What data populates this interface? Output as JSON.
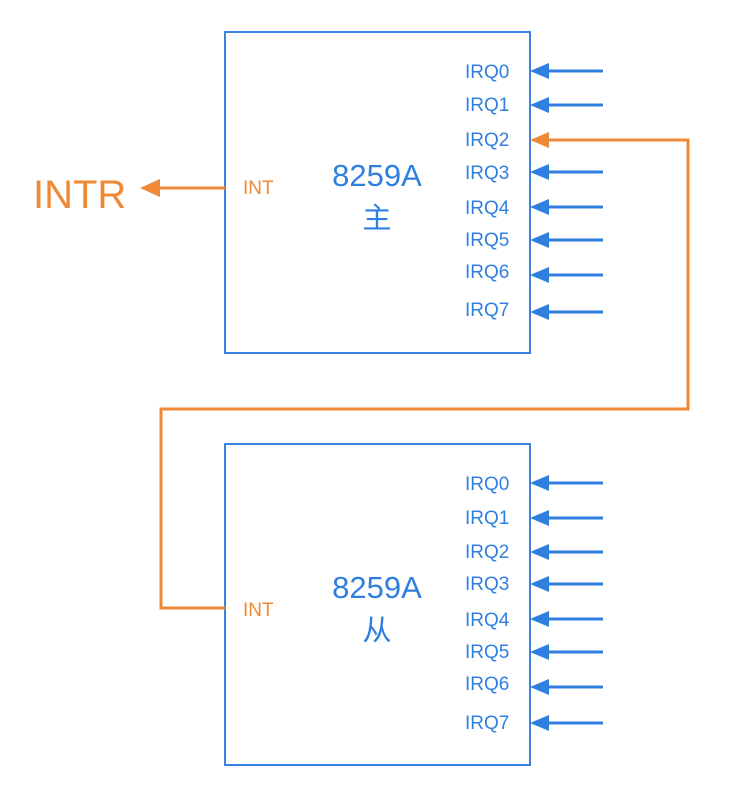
{
  "master": {
    "name": "8259A",
    "role": "主",
    "int_label": "INT",
    "irq_labels": [
      "IRQ0",
      "IRQ1",
      "IRQ2",
      "IRQ3",
      "IRQ4",
      "IRQ5",
      "IRQ6",
      "IRQ7"
    ]
  },
  "slave": {
    "name": "8259A",
    "role": "从",
    "int_label": "INT",
    "irq_labels": [
      "IRQ0",
      "IRQ1",
      "IRQ2",
      "IRQ3",
      "IRQ4",
      "IRQ5",
      "IRQ6",
      "IRQ7"
    ]
  },
  "output": {
    "label": "INTR"
  },
  "colors": {
    "chip": "#2f7fe0",
    "signal": "#ee8a37"
  }
}
